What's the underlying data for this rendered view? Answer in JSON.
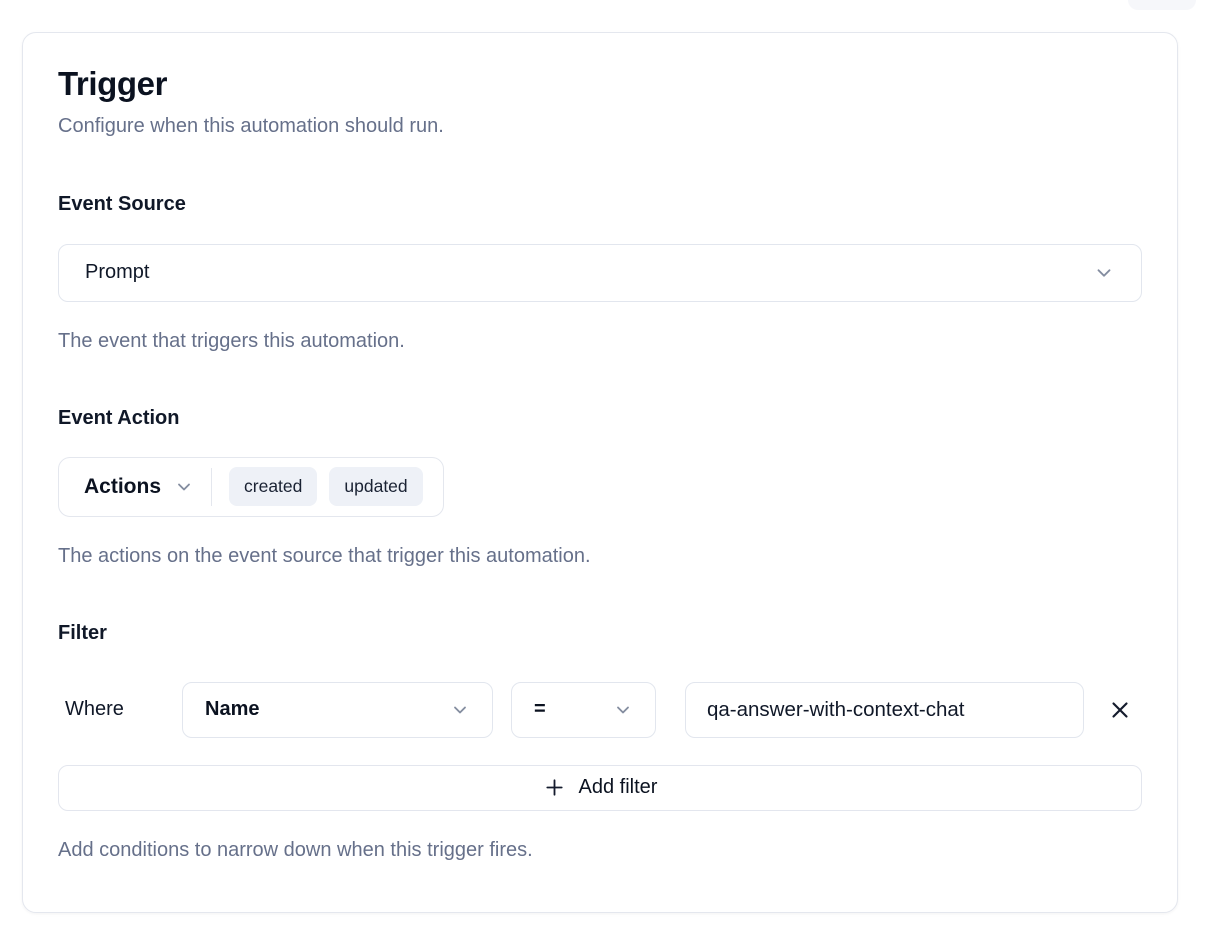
{
  "card": {
    "title": "Trigger",
    "subtitle": "Configure when this automation should run."
  },
  "event_source": {
    "label": "Event Source",
    "value": "Prompt",
    "helper": "The event that triggers this automation."
  },
  "event_action": {
    "label": "Event Action",
    "dropdown_label": "Actions",
    "selected": [
      "created",
      "updated"
    ],
    "helper": "The actions on the event source that trigger this automation."
  },
  "filter": {
    "label": "Filter",
    "where_label": "Where",
    "field": "Name",
    "operator": "=",
    "value": "qa-answer-with-context-chat",
    "add_button_label": "Add filter",
    "helper": "Add conditions to narrow down when this trigger fires."
  },
  "icons": {
    "dropdown": "chevron-down",
    "add": "plus",
    "remove": "x"
  },
  "colors": {
    "card_border": "#e4e7ee",
    "control_border": "#e2e6ee",
    "chip_background": "#eef1f7",
    "text_dark": "#101828",
    "text_muted": "#66708a",
    "chevron": "#848da0"
  }
}
